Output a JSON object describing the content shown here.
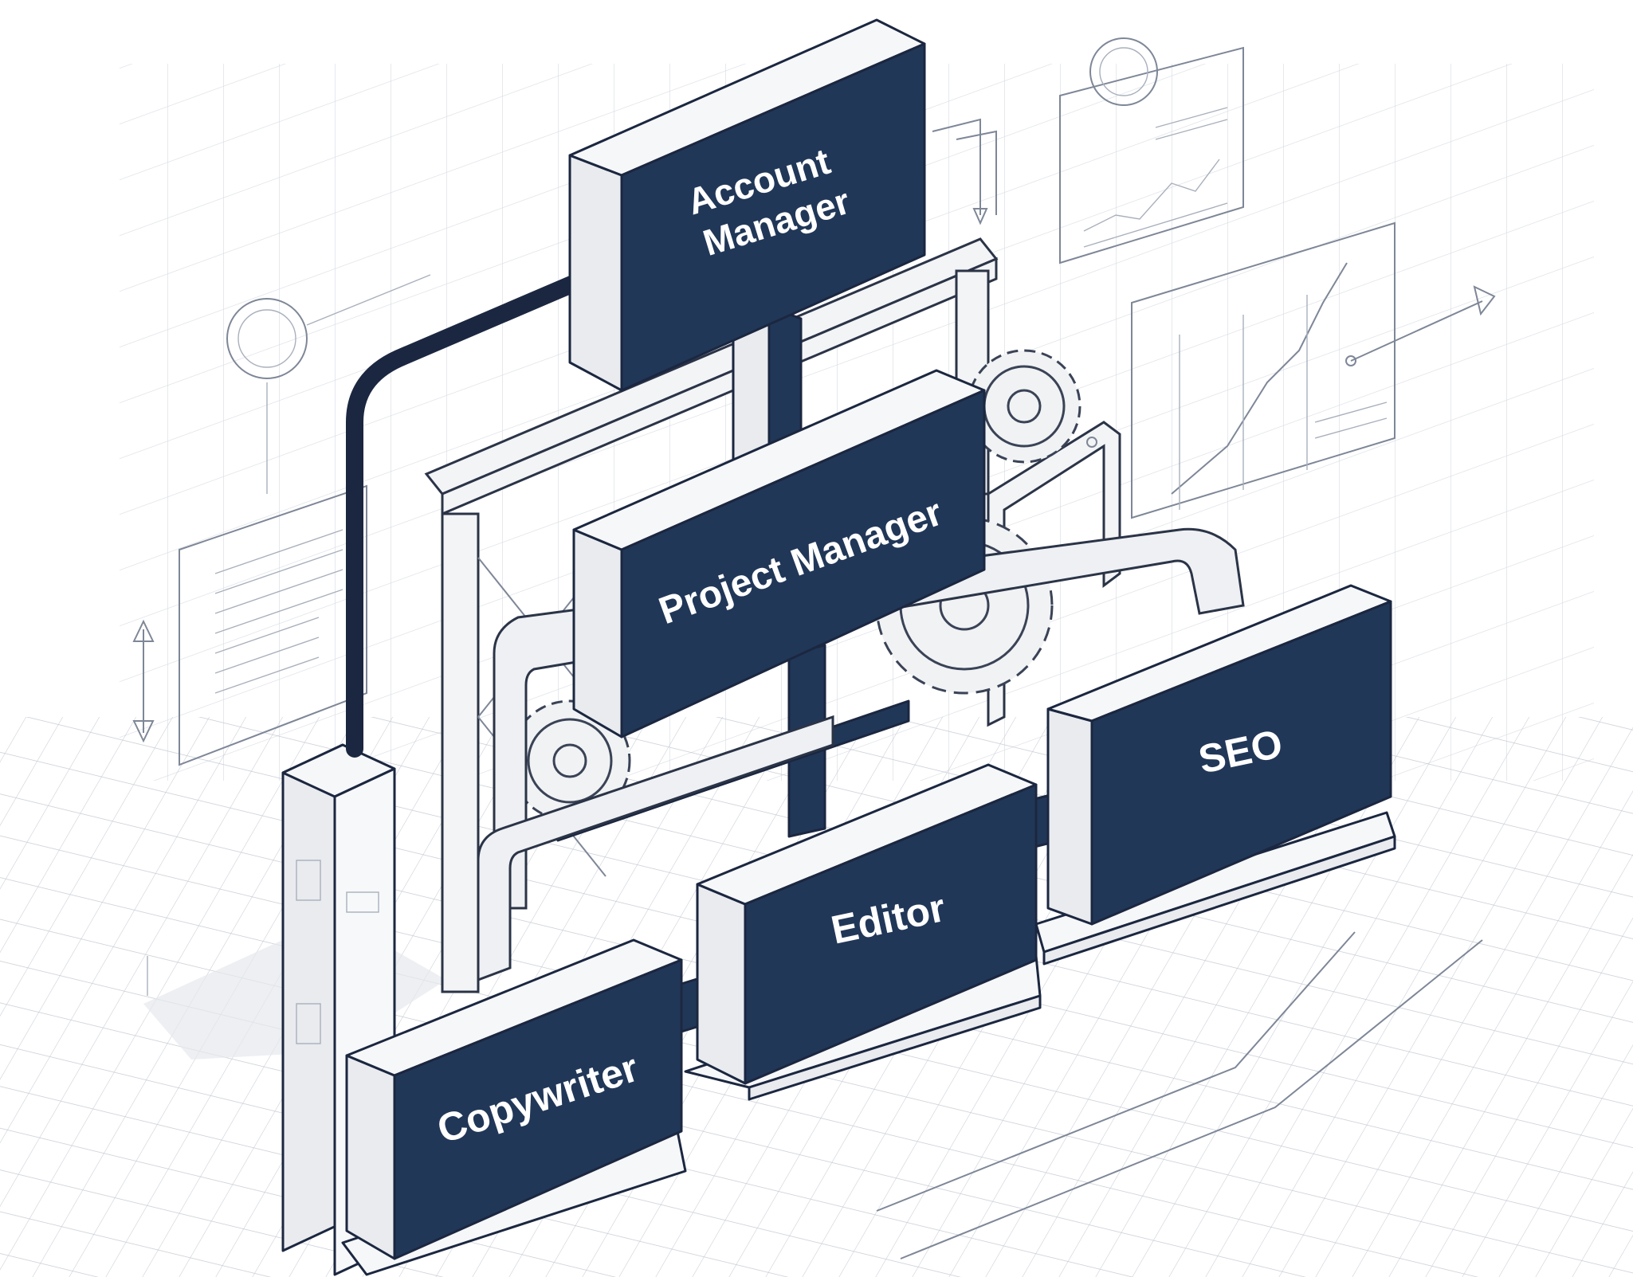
{
  "nodes": {
    "account_manager_line1": "Account",
    "account_manager_line2": "Manager",
    "project_manager": "Project Manager",
    "seo": "SEO",
    "editor": "Editor",
    "copywriter": "Copywriter"
  },
  "colors": {
    "box_front": "#213758",
    "box_edge": "#1b2740",
    "sketch_lines": "#7e8797",
    "background": "#ffffff"
  }
}
